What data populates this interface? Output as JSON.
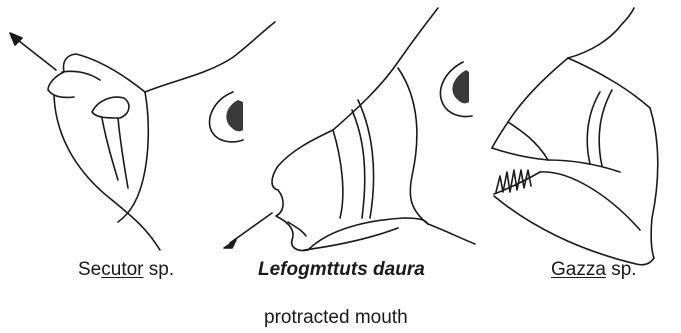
{
  "figures": [
    {
      "id": "secutor",
      "label_pre": "Se",
      "label_genus_part": "cutor",
      "label_post": " sp."
    },
    {
      "id": "leiognathus",
      "label": "Lefogmttuts daura"
    },
    {
      "id": "gazza",
      "label_genus": "Gazza",
      "label_post": " sp."
    }
  ],
  "caption": "protracted mouth",
  "colors": {
    "ink": "#1a1a1a",
    "eye_fill": "#3a3a3a",
    "background": "#ffffff"
  }
}
